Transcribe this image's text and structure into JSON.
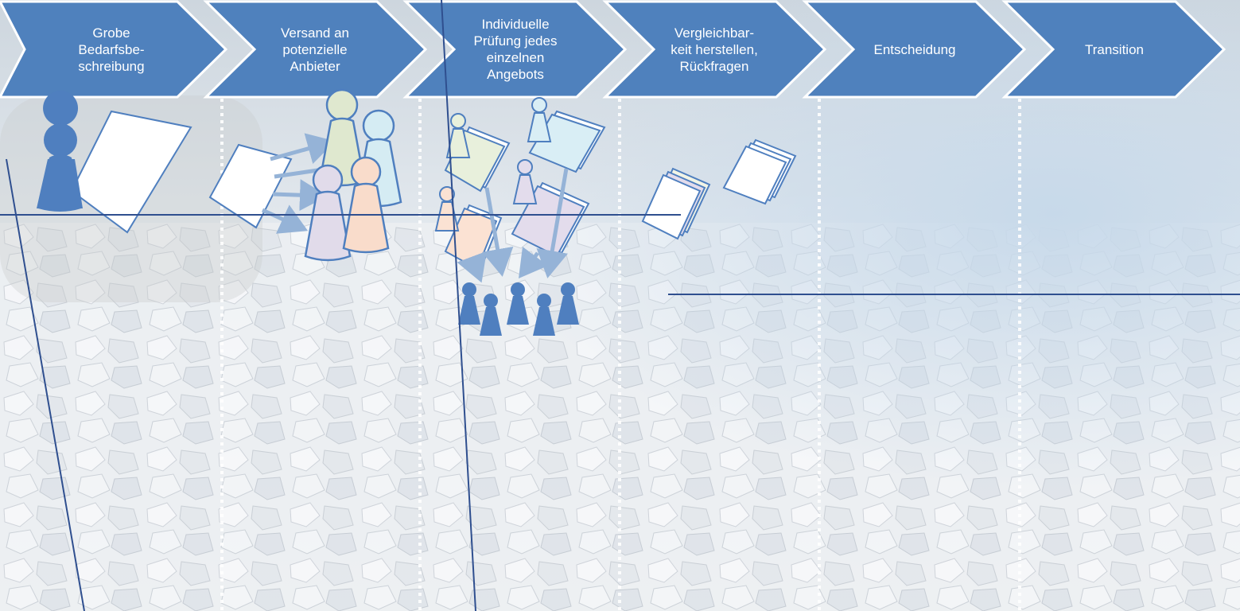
{
  "process": {
    "steps": [
      {
        "label": "Grobe\nBedarfsbe-\nschreibung"
      },
      {
        "label": "Versand an\npotenzielle\nAnbieter"
      },
      {
        "label": "Individuelle\nPrüfung jedes\neinzelnen\nAngebots"
      },
      {
        "label": "Vergleichbar-\nkeit herstellen,\nRückfragen"
      },
      {
        "label": "Entscheidung"
      },
      {
        "label": "Transition"
      }
    ]
  },
  "colors": {
    "chevron_fill": "#4f81bd",
    "chevron_stroke": "#ffffff",
    "pawn_blue": "#4f7fbf",
    "arrow": "#95b3d7",
    "divider": "#ffffff",
    "line": "#2f4f8f"
  }
}
